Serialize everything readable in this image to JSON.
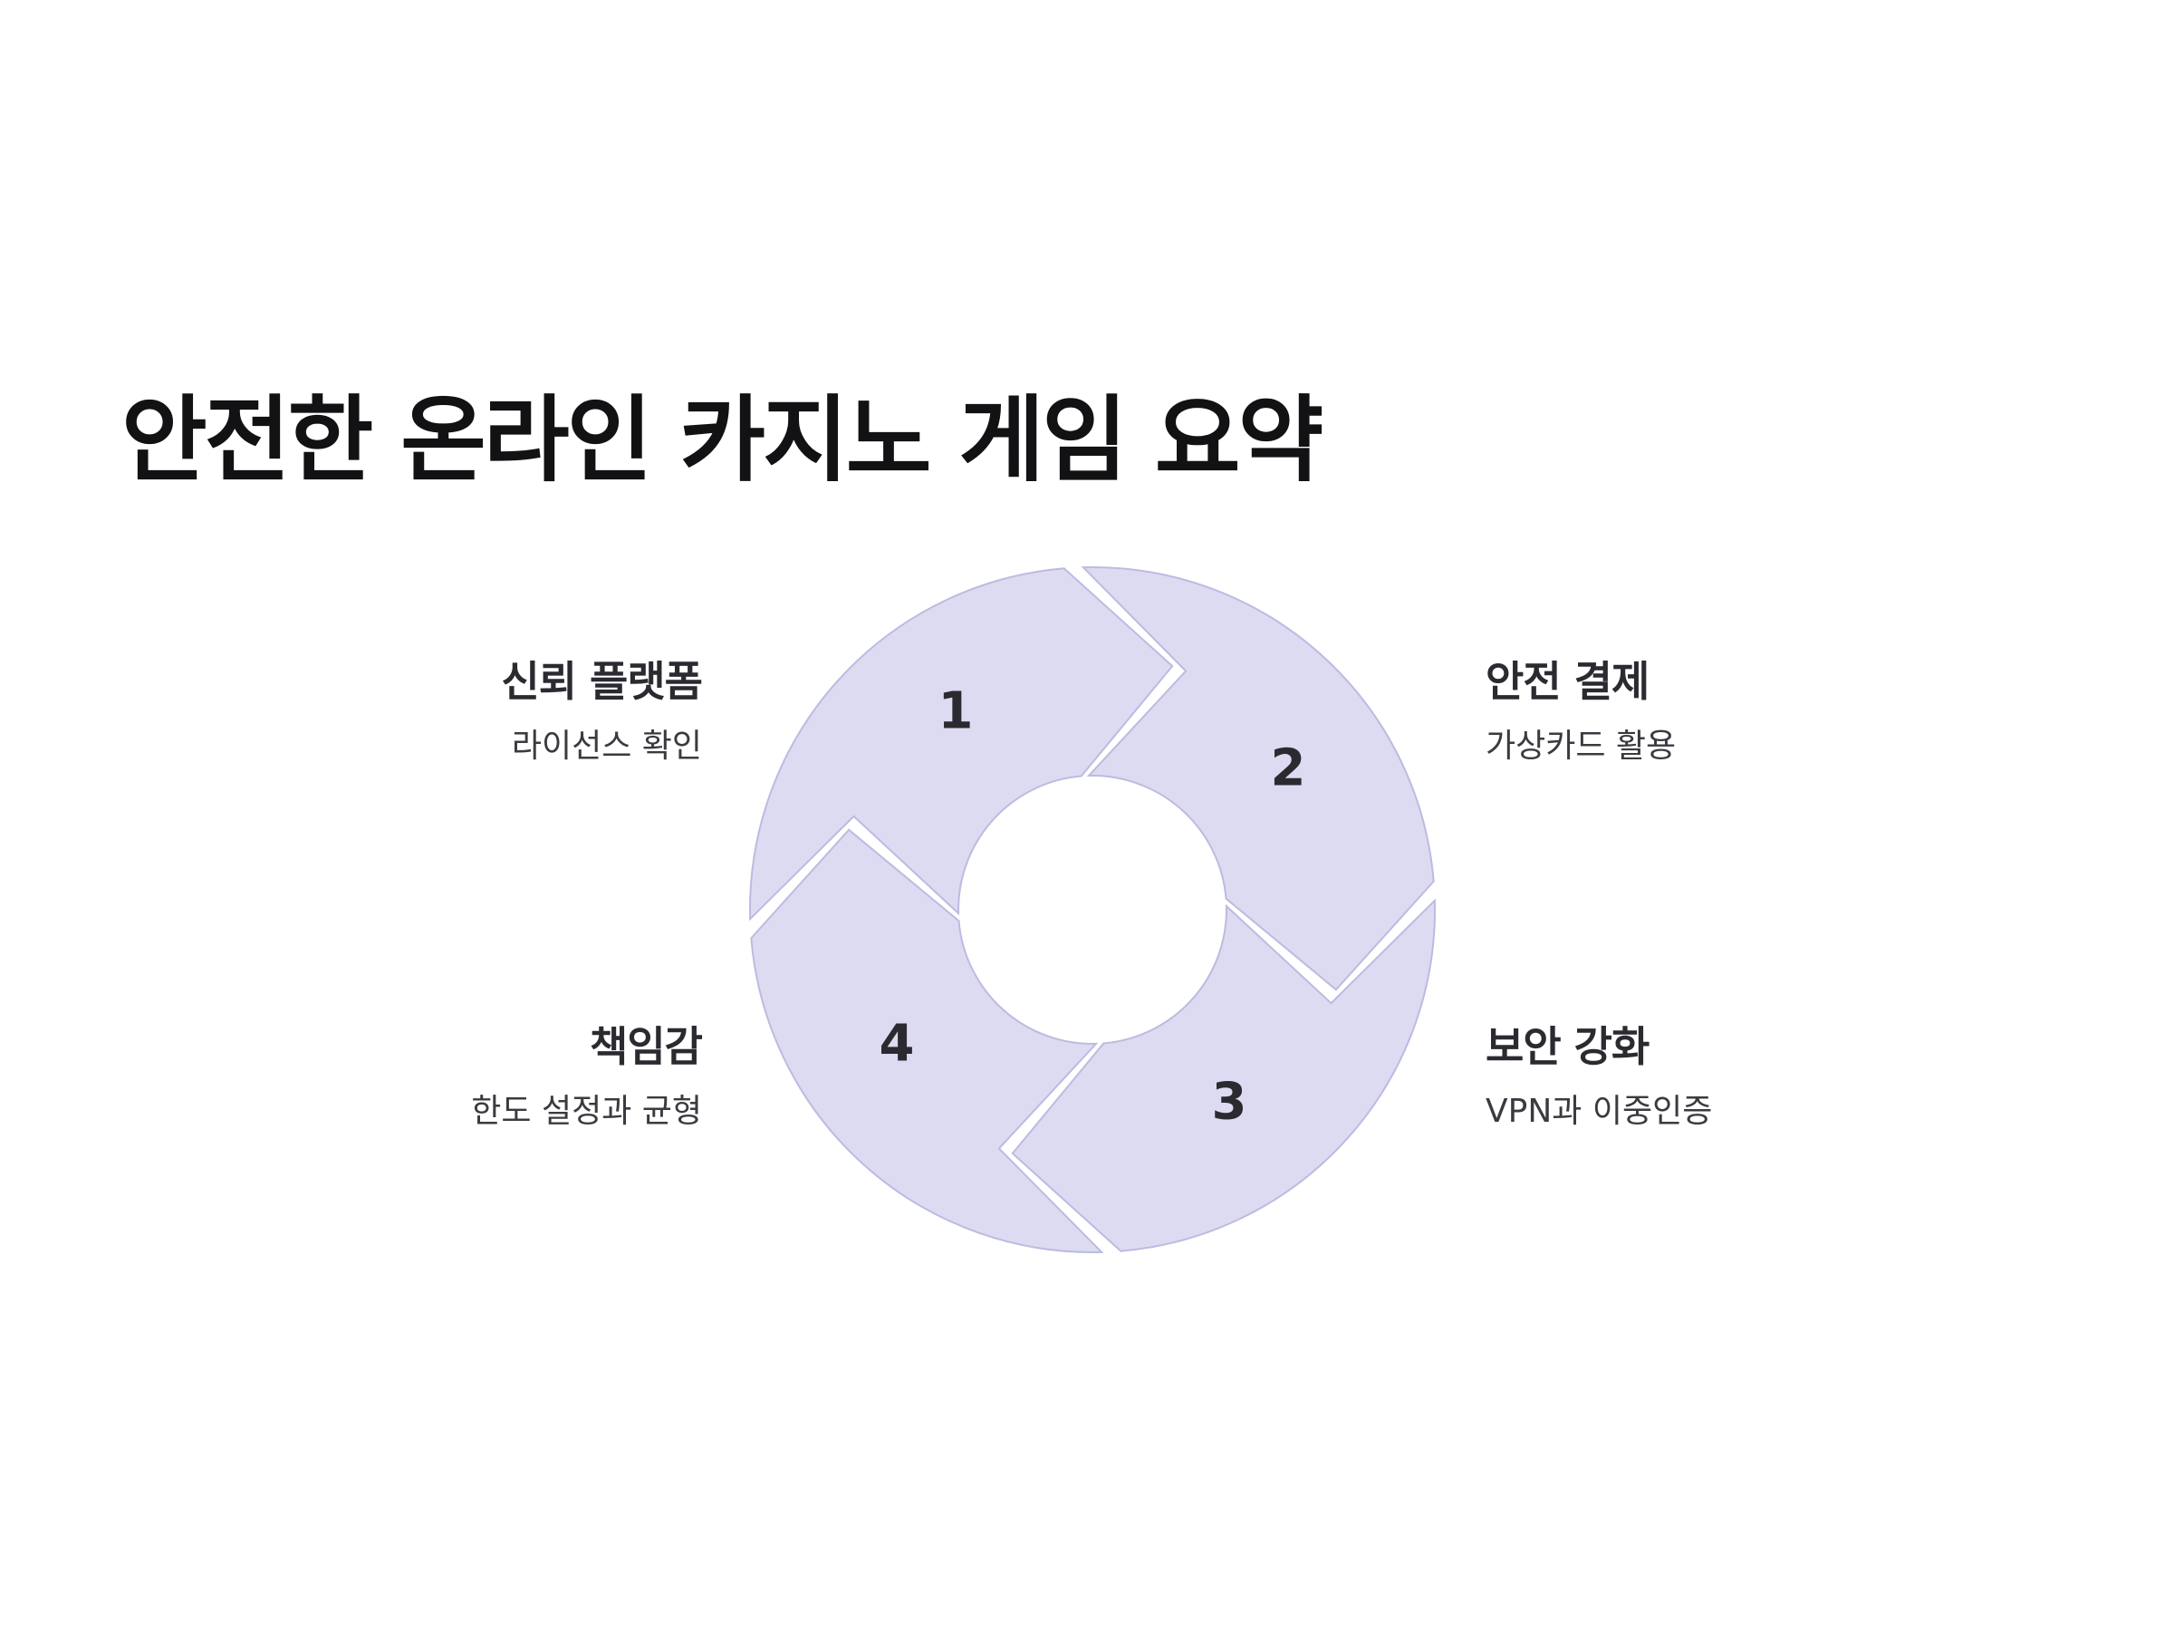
{
  "page": {
    "title": "안전한 온라인 카지노 게임 요약"
  },
  "cycle": {
    "colors": {
      "segment_fill": "#dcdbf1",
      "segment_stroke": "#bcbbe0",
      "number": "#2a2a30"
    },
    "steps": [
      {
        "number": "1",
        "title": "신뢰 플랫폼",
        "description": "라이선스 확인"
      },
      {
        "number": "2",
        "title": "안전 결제",
        "description": "가상카드 활용"
      },
      {
        "number": "3",
        "title": "보안 강화",
        "description": "VPN과 이중인증"
      },
      {
        "number": "4",
        "title": "책임감",
        "description": "한도 설정과 균형"
      }
    ]
  }
}
